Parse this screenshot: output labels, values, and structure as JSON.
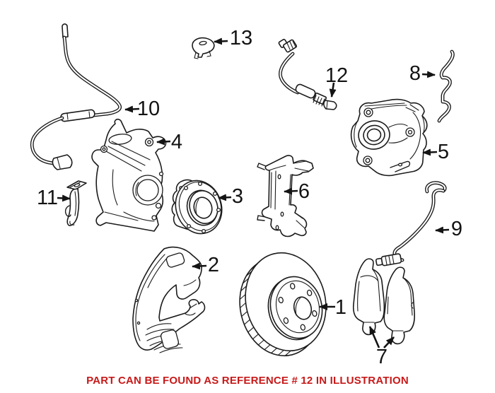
{
  "figure": {
    "kind": "exploded-parts-illustration",
    "highlighted_reference": "12"
  },
  "callouts": [
    {
      "ref": "1"
    },
    {
      "ref": "2"
    },
    {
      "ref": "3"
    },
    {
      "ref": "4"
    },
    {
      "ref": "5"
    },
    {
      "ref": "6"
    },
    {
      "ref": "7"
    },
    {
      "ref": "8"
    },
    {
      "ref": "9"
    },
    {
      "ref": "10"
    },
    {
      "ref": "11"
    },
    {
      "ref": "12"
    },
    {
      "ref": "13"
    }
  ],
  "note": {
    "text": "PART CAN BE FOUND AS REFERENCE # 12 IN ILLUSTRATION"
  },
  "colors": {
    "background": "#ffffff",
    "line_art": "#1b1b1b",
    "note_text": "#c81919"
  }
}
